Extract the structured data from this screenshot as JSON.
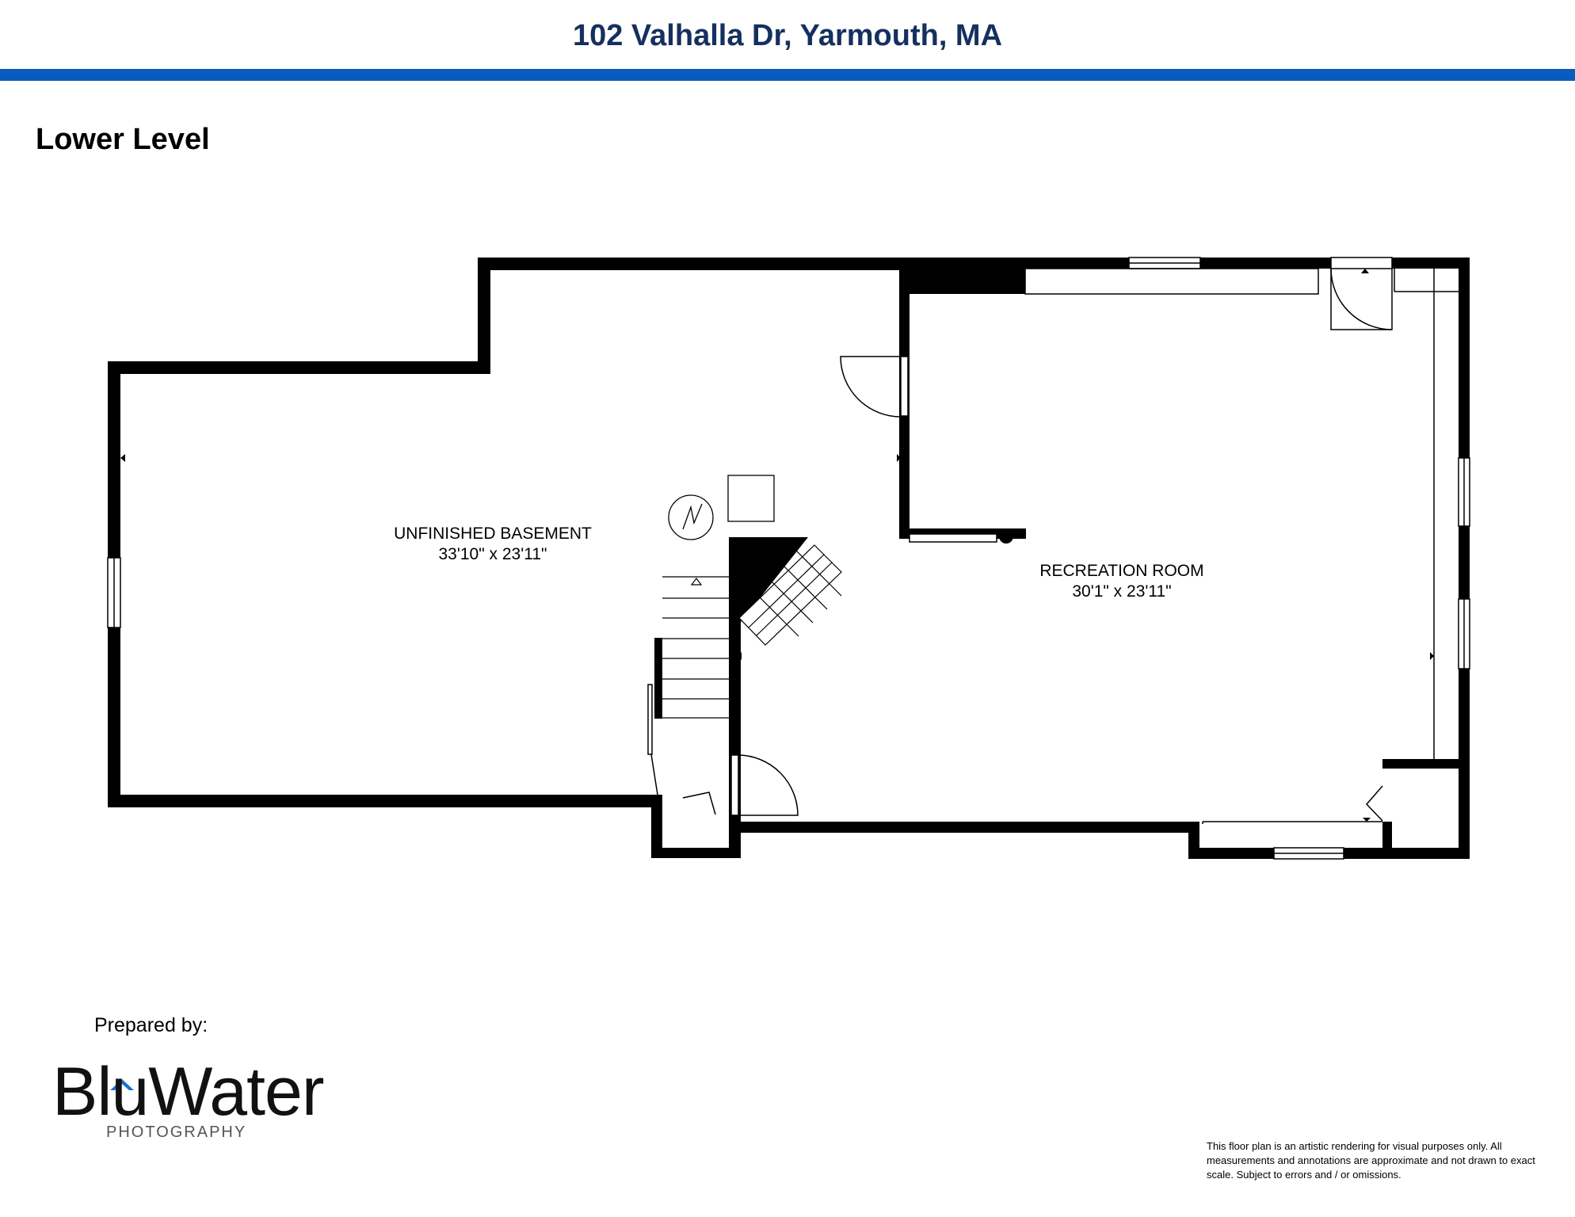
{
  "header": {
    "title": "102 Valhalla Dr, Yarmouth, MA",
    "bar_color": "#0a5bbf",
    "title_color": "#15305f"
  },
  "level": {
    "title": "Lower Level"
  },
  "rooms": [
    {
      "name": "UNFINISHED BASEMENT",
      "dimensions": "33'10\" x 23'11\""
    },
    {
      "name": "RECREATION ROOM",
      "dimensions": "30'1\" x 23'11\""
    }
  ],
  "footer": {
    "prepared_by": "Prepared by:",
    "logo_text": "BluWater",
    "logo_subtext": "PHOTOGRAPHY",
    "logo_accent_color": "#1a6fd1",
    "disclaimer": "This floor plan is an artistic rendering for visual purposes only.  All measurements and annotations are approximate and not drawn to exact scale. Subject to errors and / or omissions."
  }
}
